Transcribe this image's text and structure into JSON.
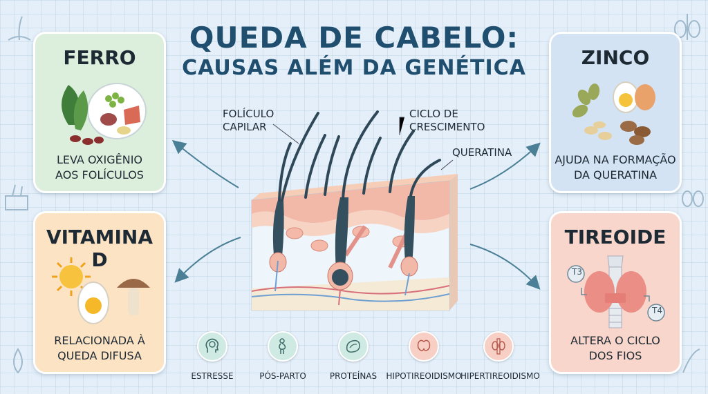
{
  "title": {
    "line1": "QUEDA DE CABELO:",
    "line2": "CAUSAS ALÉM DA GENÉTICA"
  },
  "cards": {
    "ferro": {
      "title": "FERRO",
      "desc1": "LEVA OXIGÊNIO",
      "desc2": "AOS FOLÍCULOS"
    },
    "zinco": {
      "title": "ZINCO",
      "desc1": "AJUDA NA FORMAÇÃO",
      "desc2": "DA QUERATINA"
    },
    "vitamina_d": {
      "title": "VITAMINA D",
      "desc1": "RELACIONADA À",
      "desc2": "QUEDA DIFUSA"
    },
    "tireoide": {
      "title": "TIREOIDE",
      "desc1": "ALTERA O CICLO",
      "desc2": "DOS FIOS",
      "hormone_t3": "T3",
      "hormone_t4": "T4"
    }
  },
  "diagram_labels": {
    "foliculo_1": "FOLÍCULO",
    "foliculo_2": "CAPILAR",
    "ciclo_1": "CICLO DE",
    "ciclo_2": "CRESCIMENTO",
    "queratina": "QUERATINA"
  },
  "causes": [
    {
      "label": "ESTRESSE",
      "icon": "brain-head-icon",
      "color": "#cfe9e3"
    },
    {
      "label": "PÓS-PARTO",
      "icon": "pregnant-woman-icon",
      "color": "#cfe9e3"
    },
    {
      "label": "PROTEÍNAS",
      "icon": "meat-icon",
      "color": "#cfe9e3"
    },
    {
      "label": "HIPOTIREOIDISMO",
      "icon": "thyroid-icon",
      "color": "#f8cfc4"
    },
    {
      "label": "HIPERTIREOIDISMO",
      "icon": "thyroid-gland-icon",
      "color": "#f8cfc4"
    }
  ],
  "colors": {
    "title": "#1f4e6e",
    "ferro_bg": "#dcefdc",
    "zinco_bg": "#d4e3f3",
    "vitd_bg": "#fbe3c4",
    "tireoide_bg": "#f9d6cb",
    "arrow": "#4a7f95"
  }
}
